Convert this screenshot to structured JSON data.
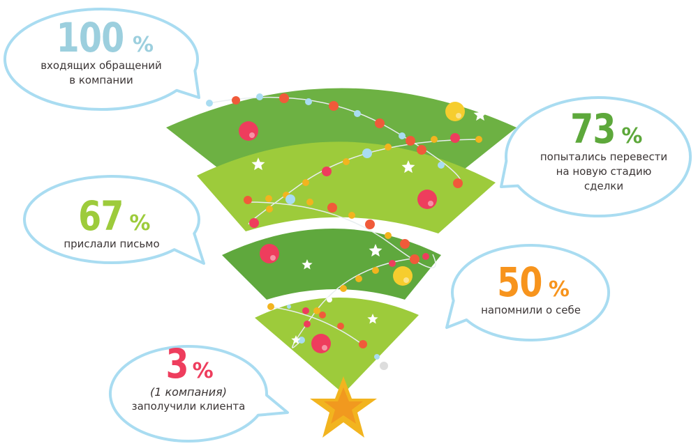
{
  "colors": {
    "bubble_border": "#a9dcf1",
    "tree_dark": "#6db143",
    "tree_light": "#9dcb3b",
    "star": "#f2b41f",
    "text": "#3b3535"
  },
  "stages": [
    {
      "value": "100",
      "unit": "%",
      "color": "#9ccfde",
      "lines": [
        "входящих обращений",
        "в компании"
      ]
    },
    {
      "value": "73",
      "unit": "%",
      "color": "#5da83b",
      "lines": [
        "попытались перевести",
        "на новую стадию",
        "сделки"
      ]
    },
    {
      "value": "67",
      "unit": "%",
      "color": "#9dcb3b",
      "lines": [
        "прислали письмо"
      ]
    },
    {
      "value": "50",
      "unit": "%",
      "color": "#f7941d",
      "lines": [
        "напомнили о себе"
      ]
    },
    {
      "value": "3",
      "unit": "%",
      "color": "#ee3d5d",
      "note": "(1 компания)",
      "lines": [
        "заполучили клиента"
      ]
    }
  ]
}
